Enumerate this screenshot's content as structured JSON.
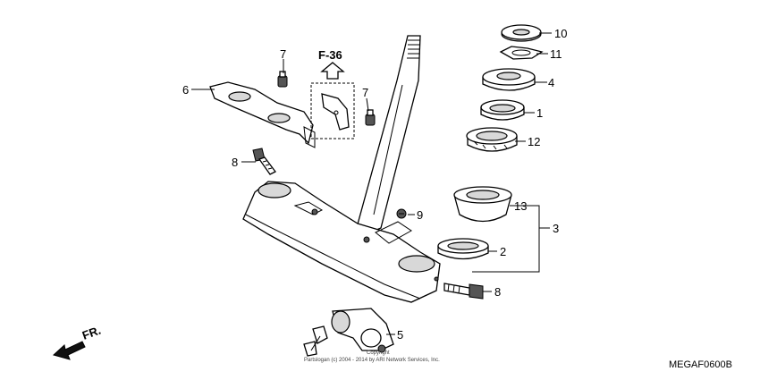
{
  "diagram": {
    "reference": "F-36",
    "direction": "FR.",
    "code": "MEGAF0600B",
    "copyright": {
      "line1": "Copyright",
      "line2": "Partslogan (c) 2004 - 2014 by ARI Network Services, Inc."
    },
    "callouts": [
      "7",
      "6",
      "7",
      "8",
      "9",
      "10",
      "11",
      "4",
      "1",
      "12",
      "13",
      "3",
      "2",
      "8",
      "5"
    ]
  }
}
